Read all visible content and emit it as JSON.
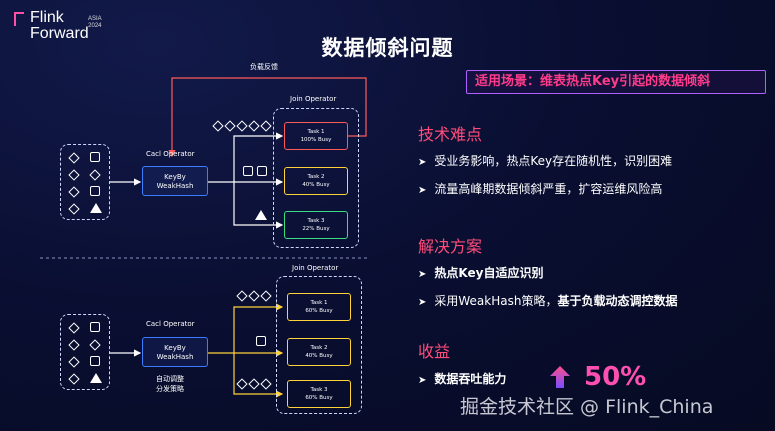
{
  "logo": {
    "line1": "Flink",
    "line2": "Forward",
    "sub1": "ASIA",
    "sub2": "2024"
  },
  "title": "数据倾斜问题",
  "banner": "适用场景：维表热点Key引起的数据倾斜",
  "diagram_top": {
    "feedback_label": "负载反馈",
    "join_label": "Join Operator",
    "calc_label": "Cacl Operator",
    "keyby_line1": "KeyBy",
    "keyby_line2": "WeakHash",
    "tasks": [
      {
        "name": "Task 1",
        "load": "100% Busy",
        "color": "#ff5a5a"
      },
      {
        "name": "Task 2",
        "load": "40% Busy",
        "color": "#ffd23a"
      },
      {
        "name": "Task 3",
        "load": "22% Busy",
        "color": "#3ddc84"
      }
    ]
  },
  "diagram_bottom": {
    "join_label": "Join Operator",
    "calc_label": "Cacl Operator",
    "keyby_line1": "KeyBy",
    "keyby_line2": "WeakHash",
    "auto_line1": "自动调整",
    "auto_line2": "分发策略",
    "tasks": [
      {
        "name": "Task 1",
        "load": "60% Busy",
        "color": "#ffd23a"
      },
      {
        "name": "Task 2",
        "load": "40% Busy",
        "color": "#ffd23a"
      },
      {
        "name": "Task 3",
        "load": "60% Busy",
        "color": "#ffd23a"
      }
    ]
  },
  "sections": {
    "difficulty": {
      "heading": "技术难点",
      "items": [
        "受业务影响，热点Key存在随机性，识别困难",
        "流量高峰期数据倾斜严重，扩容运维风险高"
      ]
    },
    "solution": {
      "heading": "解决方案",
      "item1": "热点Key自适应识别",
      "item2_plain": "采用WeakHash策略，",
      "item2_bold": "基于负载动态调控数据"
    },
    "benefit": {
      "heading": "收益",
      "item": "数据吞吐能力",
      "value": "50%"
    }
  },
  "watermark": "掘金技术社区 @ Flink_China",
  "colors": {
    "accent_pink": "#ff4c7a",
    "banner_border": "#b060ff",
    "keyby_blue": "#3a7dff"
  }
}
